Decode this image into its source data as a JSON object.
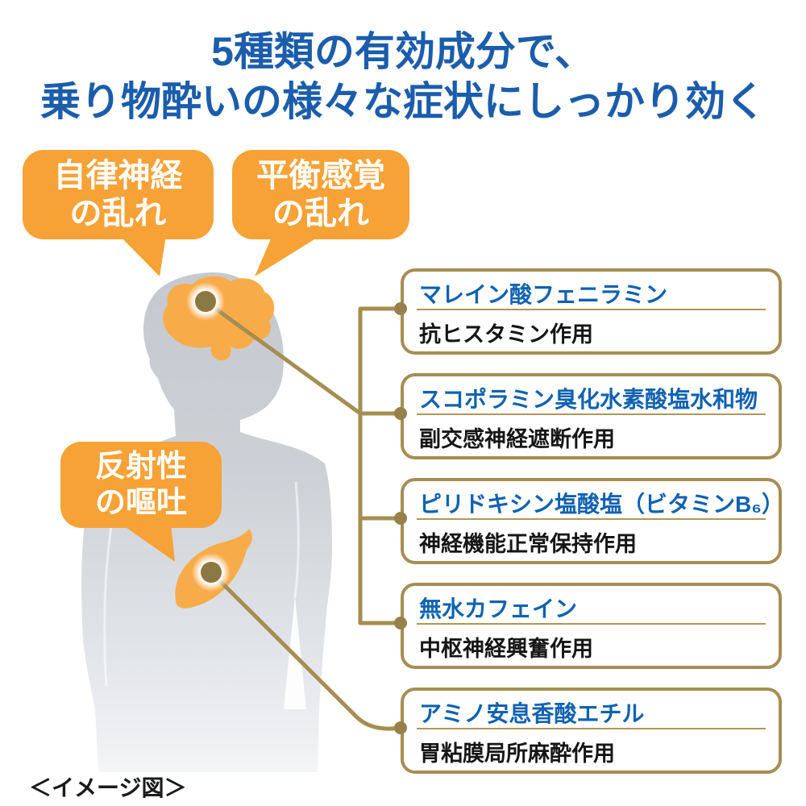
{
  "title": {
    "line1": "5種類の有効成分で、",
    "line2": "乗り物酔いの様々な症状にしっかり効く"
  },
  "symptom_bubbles": [
    {
      "line1": "自律神経",
      "line2": "の乱れ",
      "target": "brain"
    },
    {
      "line1": "平衡感覚",
      "line2": "の乱れ",
      "target": "brain"
    },
    {
      "line1": "反射性",
      "line2": "の嘔吐",
      "target": "stomach"
    }
  ],
  "ingredients": [
    {
      "name": "マレイン酸フェニラミン",
      "action": "抗ヒスタミン作用"
    },
    {
      "name": "スコポラミン臭化水素酸塩水和物",
      "action": "副交感神経遮断作用"
    },
    {
      "name": "ピリドキシン塩酸塩（ビタミンB₆）",
      "action": "神経機能正常保持作用"
    },
    {
      "name": "無水カフェイン",
      "action": "中枢神経興奮作用"
    },
    {
      "name": "アミノ安息香酸エチル",
      "action": "胃粘膜局所麻酔作用"
    }
  ],
  "caption": "＜イメージ図＞",
  "colors": {
    "headline_blue": "#1b5dab",
    "ingredient_blue": "#0f62b0",
    "bubble_orange": "#f6a237",
    "organ_orange": "#f8ac49",
    "connector_gold": "#a58e52",
    "dot_gold": "#8b7843",
    "body_gray": "#c7cbd1",
    "text_black": "#1a1a1a"
  }
}
